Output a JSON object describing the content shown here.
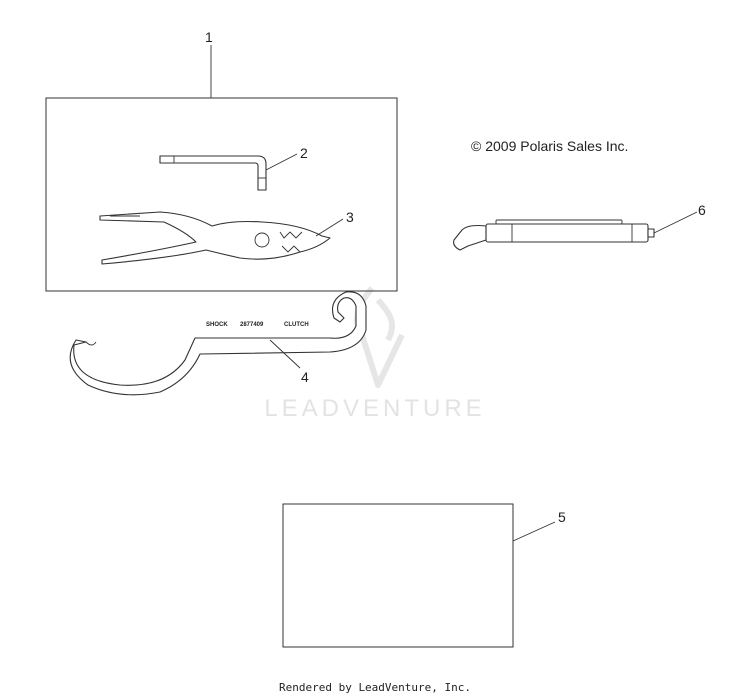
{
  "copyright": "© 2009 Polaris Sales Inc.",
  "footer": "Rendered by LeadVenture, Inc.",
  "watermark": "LEADVENTURE",
  "callouts": {
    "c1": "1",
    "c2": "2",
    "c3": "3",
    "c4": "4",
    "c5": "5",
    "c6": "6"
  },
  "wrench_labels": {
    "shock": "SHOCK",
    "part_number": "2877409",
    "clutch": "CLUTCH"
  },
  "icons": {
    "hex_key": "hex-key-icon",
    "pliers": "pliers-icon",
    "spanner": "spanner-wrench-icon",
    "gauge": "pressure-gauge-icon"
  }
}
